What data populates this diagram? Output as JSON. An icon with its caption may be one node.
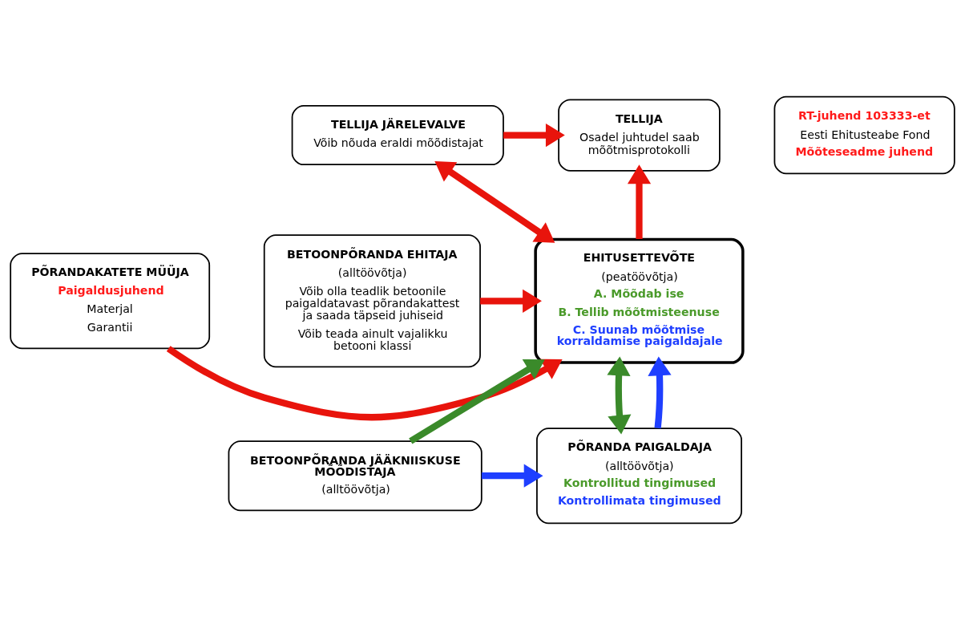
{
  "diagram": {
    "nodes": [
      {
        "text": [
          "TELLIJA JÄRELEVALVE",
          "Võib nõuda eraldi mõõdistajat"
        ]
      },
      {
        "text": [
          "TELLIJA",
          "Osadel juhtudel saab mõõtmisprotokolli"
        ]
      },
      {
        "text": [
          "RT-juhend 103333-et",
          "Eesti Ehitusteabe Fond",
          "Mõõteseadme juhend"
        ]
      },
      {
        "text": [
          "PÕRANDAKATETE MÜÜJA",
          "Paigaldusjuhend",
          "Materjal",
          "Garantii"
        ]
      },
      {
        "text": [
          "EHITUSETTEVÕTE",
          "(peatöövõtja)",
          "A. Mõõdab ise",
          "B. Tellib mõõtmisteenuse",
          "C. Suunab mõõtmise korraldamise paigaldajale"
        ]
      },
      {
        "text": [
          "BETOONPÕRANDA EHITAJA",
          "(alltöövõtja)",
          "Võib olla teadlik betoonile paigaldatavast põrandakattest ja saada täpseid juhiseid",
          "Võib teada ainult vajalikku betooni klassi"
        ]
      },
      {
        "text": [
          "PÕRANDA PAIGALDAJA",
          "(alltöövõtja)",
          "Kontrollitud tingimused",
          "Kontrollimata tingimused"
        ]
      },
      {
        "text": [
          "BETOONPÕRANDA JÄÄKNIISKUSE MÕÕDISTAJA",
          "(alltöövõtja)"
        ]
      }
    ],
    "edges": [
      {
        "from": 0,
        "to": 1,
        "arrow": "to"
      },
      {
        "from": 0,
        "to": 4,
        "arrow": "both"
      },
      {
        "from": 4,
        "to": 1,
        "arrow": "to"
      },
      {
        "from": 3,
        "to": 4,
        "arrow": "to"
      },
      {
        "from": 5,
        "to": 4,
        "arrow": "to"
      },
      {
        "from": 6,
        "to": 4,
        "arrow": "both",
        "color": "#3a8a2a"
      },
      {
        "from": 6,
        "to": 4,
        "arrow": "to",
        "color": "#1f3fff"
      },
      {
        "from": 7,
        "to": 4,
        "arrow": "to",
        "color": "#3a8a2a"
      },
      {
        "from": 7,
        "to": 6,
        "arrow": "to",
        "color": "#1f3fff"
      }
    ]
  }
}
